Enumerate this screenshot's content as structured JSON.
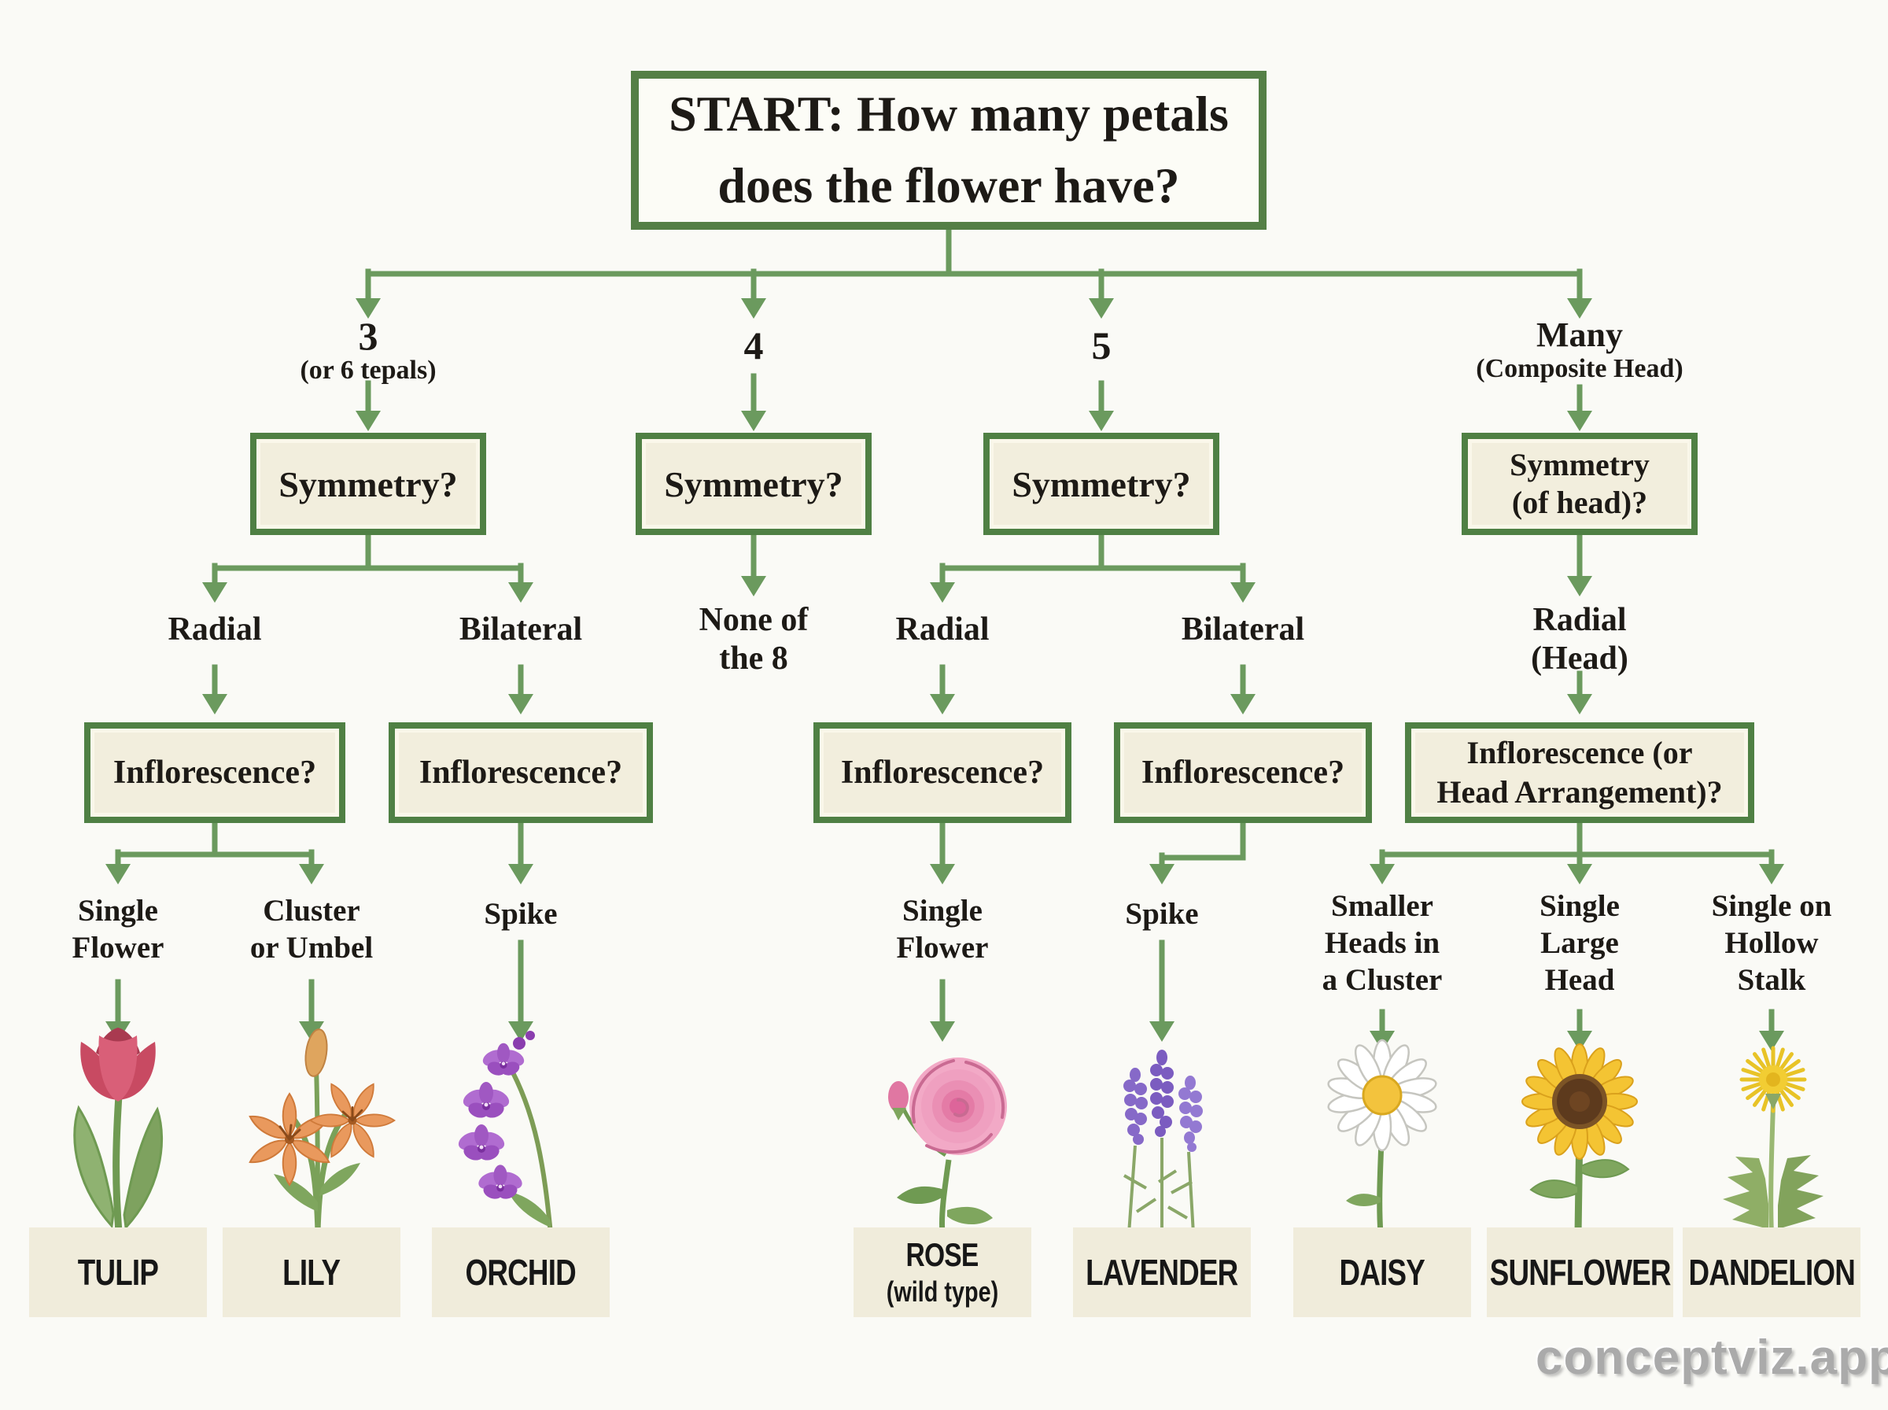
{
  "colors": {
    "line_green": "#6b9a5e",
    "border_green": "#4f8044",
    "box_fill": "#f2eedd",
    "label_fill": "#f0ecdb",
    "background": "#fafaf6",
    "text": "#1d1a16",
    "watermark_gray": "#aaaaaa"
  },
  "start": {
    "line1": "START: How many petals",
    "line2": "does the flower have?"
  },
  "level1": [
    {
      "label": "3",
      "sublabel": "(or 6 tepals)"
    },
    {
      "label": "4"
    },
    {
      "label": "5"
    },
    {
      "label": "Many",
      "sublabel": "(Composite Head)"
    }
  ],
  "symmetry": [
    {
      "line1": "Symmetry?"
    },
    {
      "line1": "Symmetry?"
    },
    {
      "line1": "Symmetry?"
    },
    {
      "line1": "Symmetry",
      "line2": "(of head)?"
    }
  ],
  "level2": [
    {
      "line1": "Radial"
    },
    {
      "line1": "Bilateral"
    },
    {
      "line1": "None of",
      "line2": "the 8"
    },
    {
      "line1": "Radial"
    },
    {
      "line1": "Bilateral"
    },
    {
      "line1": "Radial",
      "line2": "(Head)"
    }
  ],
  "inflorescence": [
    {
      "line1": "Inflorescence?"
    },
    {
      "line1": "Inflorescence?"
    },
    {
      "line1": "Inflorescence?"
    },
    {
      "line1": "Inflorescence?"
    },
    {
      "line1": "Inflorescence (or",
      "line2": "Head Arrangement)?"
    }
  ],
  "outcomes": [
    {
      "lines": [
        "Single",
        "Flower"
      ]
    },
    {
      "lines": [
        "Cluster",
        "or Umbel"
      ]
    },
    {
      "lines": [
        "Spike"
      ]
    },
    {
      "lines": [
        "Single",
        "Flower"
      ]
    },
    {
      "lines": [
        "Spike"
      ]
    },
    {
      "lines": [
        "Smaller",
        "Heads in",
        "a Cluster"
      ]
    },
    {
      "lines": [
        "Single",
        "Large",
        "Head"
      ]
    },
    {
      "lines": [
        "Single on",
        "Hollow",
        "Stalk"
      ]
    }
  ],
  "flowers": [
    {
      "name": "TULIP"
    },
    {
      "name": "LILY"
    },
    {
      "name": "ORCHID"
    },
    {
      "name": "ROSE",
      "subname": "(wild type)"
    },
    {
      "name": "LAVENDER"
    },
    {
      "name": "DAISY"
    },
    {
      "name": "SUNFLOWER"
    },
    {
      "name": "DANDELION"
    }
  ],
  "watermark": {
    "text": "conceptviz.app"
  }
}
